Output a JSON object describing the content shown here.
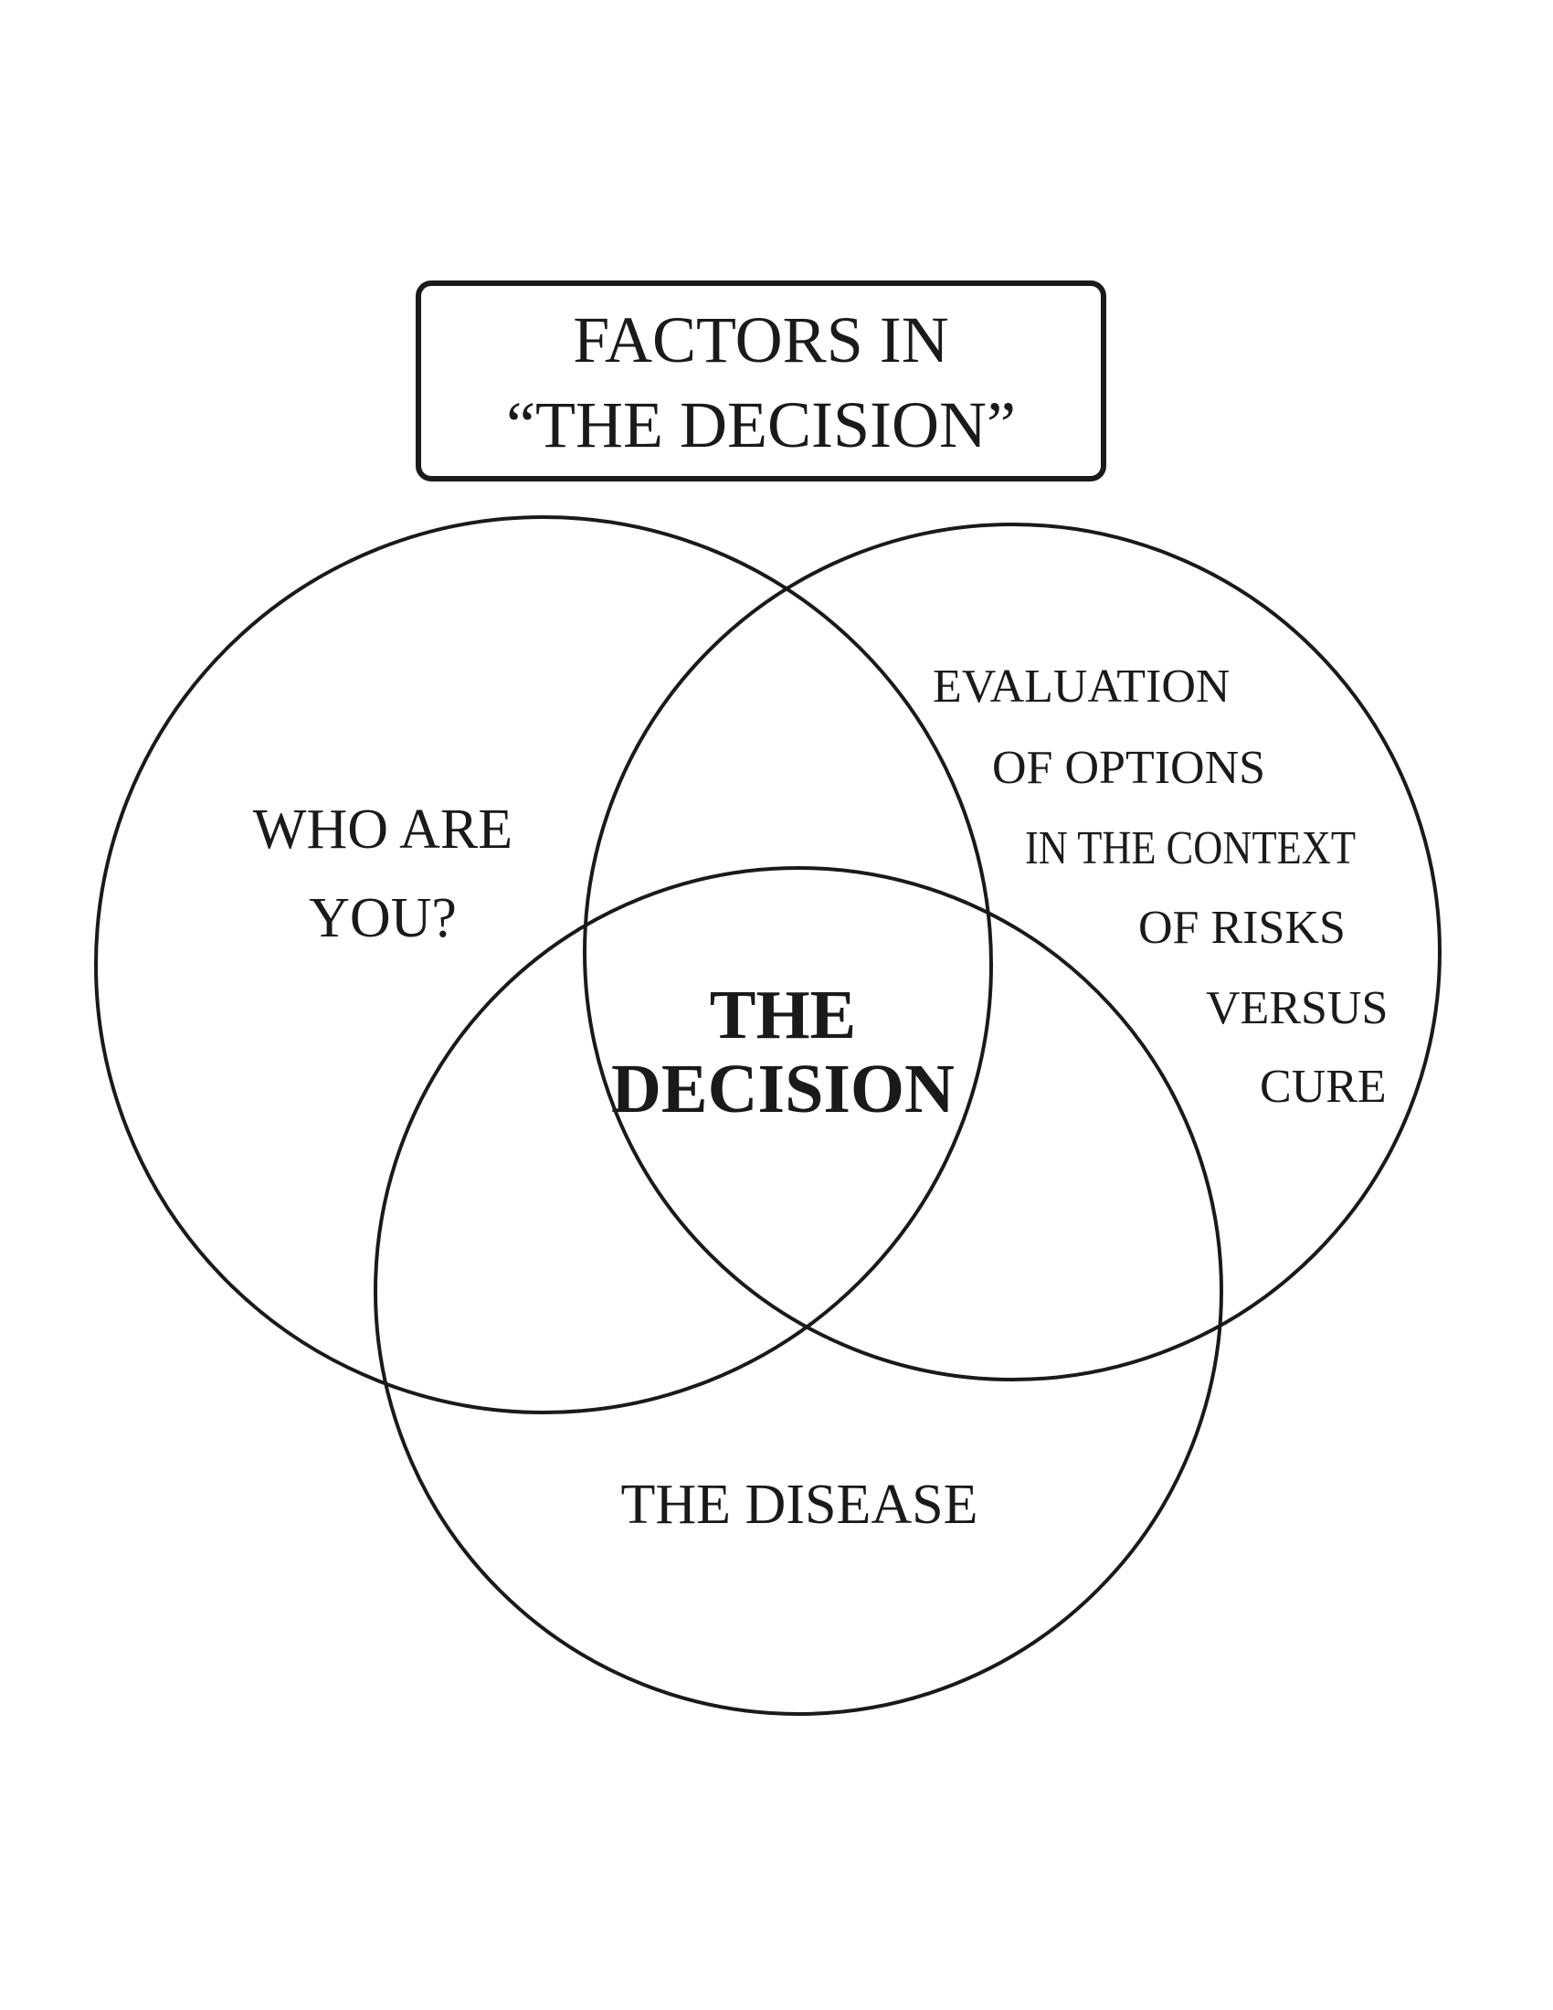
{
  "title": {
    "line1": "FACTORS IN",
    "line2": "“THE DECISION”"
  },
  "circles": {
    "who": {
      "line1": "WHO ARE",
      "line2": "YOU?"
    },
    "evaluation": {
      "lines": [
        "EVALUATION",
        "OF OPTIONS",
        "IN THE CONTEXT",
        "OF RISKS",
        "VERSUS",
        "CURE"
      ]
    },
    "disease": {
      "label": "THE DISEASE"
    }
  },
  "center": {
    "line1": "THE",
    "line2": "DECISION"
  },
  "colors": {
    "stroke": "#1a1a1a",
    "background": "#ffffff"
  }
}
